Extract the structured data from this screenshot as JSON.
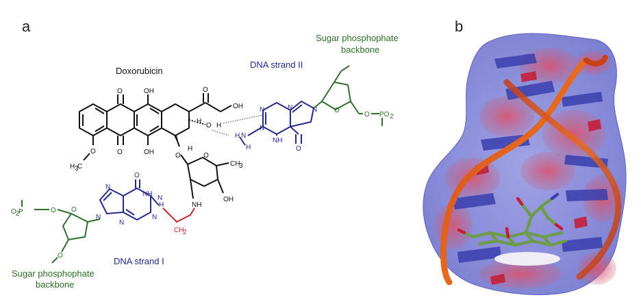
{
  "panels": {
    "a": "a",
    "b": "b"
  },
  "labels": {
    "doxorubicin": "Doxorubicin",
    "strand_ii": "DNA strand II",
    "strand_i": "DNA strand I",
    "sugar_top_1": "Sugar phosphophate",
    "sugar_top_2": "backbone",
    "sugar_bottom_1": "Sugar phosphophate",
    "sugar_bottom_2": "backbone"
  },
  "atoms": {
    "O": "O",
    "OH": "OH",
    "H": "H",
    "N": "N",
    "NH": "NH",
    "CH3": "CH",
    "three": "3",
    "two": "2",
    "CH2": "CH",
    "H3C": "H",
    "C": "C",
    "PO2": "PO",
    "O2P": "O",
    "P": "P"
  },
  "colors": {
    "doxorubicin": "#111111",
    "dna_base": "#232a8a",
    "sugar_backbone": "#2f6e2a",
    "crosslink": "#c0262c",
    "surface_blue": "#7b7fd6",
    "surface_red": "#d0566a",
    "ribbon": "#d8561c",
    "ligand": "#7fae5c"
  }
}
